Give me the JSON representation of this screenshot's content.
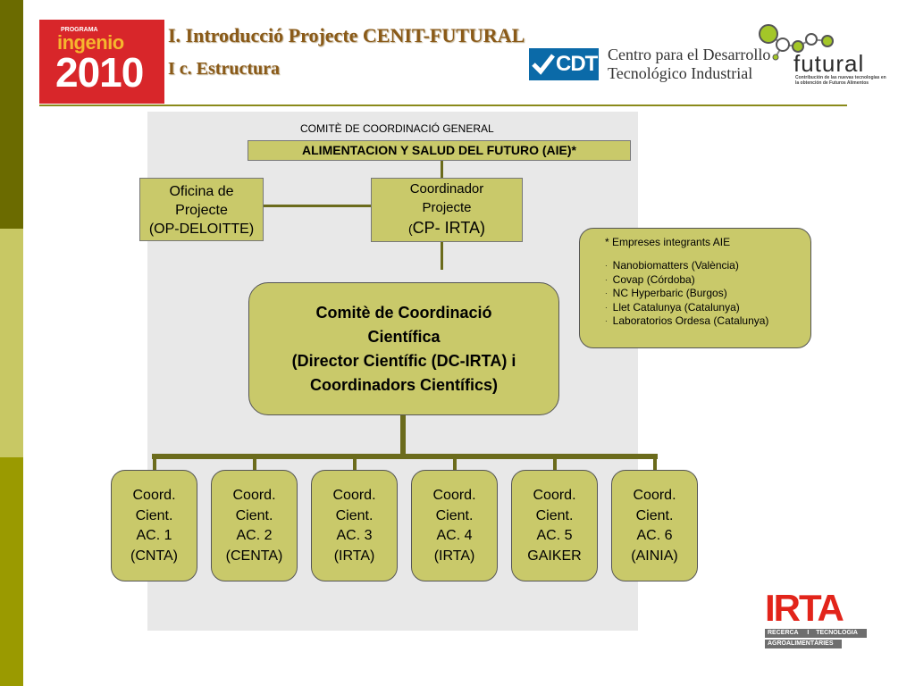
{
  "header": {
    "title1": "I. Introducció Projecte CENIT-FUTURAL",
    "title2": "I c. Estructura"
  },
  "logos": {
    "ingenio": {
      "top": "PROGRAMA",
      "name": "ingenio",
      "year": "2010"
    },
    "cdti": {
      "abbr": "CDTI",
      "line1": "Centro para el Desarrollo",
      "line2": "Tecnológico Industrial"
    },
    "futural": {
      "name": "futural",
      "tagline1": "Contribución de las nuevas tecnologías en",
      "tagline2": "la obtención de Futuros Alimentos"
    },
    "irta": {
      "name": "IRTA",
      "sub1": "RECERCA",
      "sub2": "I",
      "sub3": "TECNOLOGIA",
      "sub4": "AGROALIMENTÀRIES"
    }
  },
  "diagram": {
    "top_label": "COMITÈ DE COORDINACIÓ GENERAL",
    "top_box": "ALIMENTACION Y SALUD DEL FUTURO (AIE)*",
    "oficina": [
      "Oficina de",
      "Projecte",
      "(OP-DELOITTE)"
    ],
    "coordinador": [
      "Coordinador",
      "Projecte",
      "(",
      "CP- IRTA)"
    ],
    "comite": [
      "Comitè de Coordinació",
      "Científica",
      "(Director Científic (DC-IRTA) i",
      "Coordinadors Científics)"
    ],
    "empreses_title": "* Empreses integrants AIE",
    "empreses": [
      "Nanobiomatters (València)",
      "Covap (Córdoba)",
      "NC Hyperbaric (Burgos)",
      "Llet Catalunya (Catalunya)",
      "Laboratorios Ordesa (Catalunya)"
    ],
    "coords": [
      [
        "Coord.",
        "Cient.",
        "AC. 1",
        "(CNTA)"
      ],
      [
        "Coord.",
        "Cient.",
        "AC. 2",
        "(CENTA)"
      ],
      [
        "Coord.",
        "Cient.",
        "AC. 3",
        "(IRTA)"
      ],
      [
        "Coord.",
        "Cient.",
        "AC. 4",
        "(IRTA)"
      ],
      [
        "Coord.",
        "Cient.",
        "AC. 5",
        "GAIKER"
      ],
      [
        "Coord.",
        "Cient.",
        "AC. 6",
        "(AINIA)"
      ]
    ]
  },
  "colors": {
    "stripe_dark": "#6b6b00",
    "stripe_light": "#c8c864",
    "stripe_mid": "#9a9a00",
    "box_fill": "#c9c96a",
    "title_brown": "#8a5a18",
    "irta_red": "#e2241a"
  }
}
